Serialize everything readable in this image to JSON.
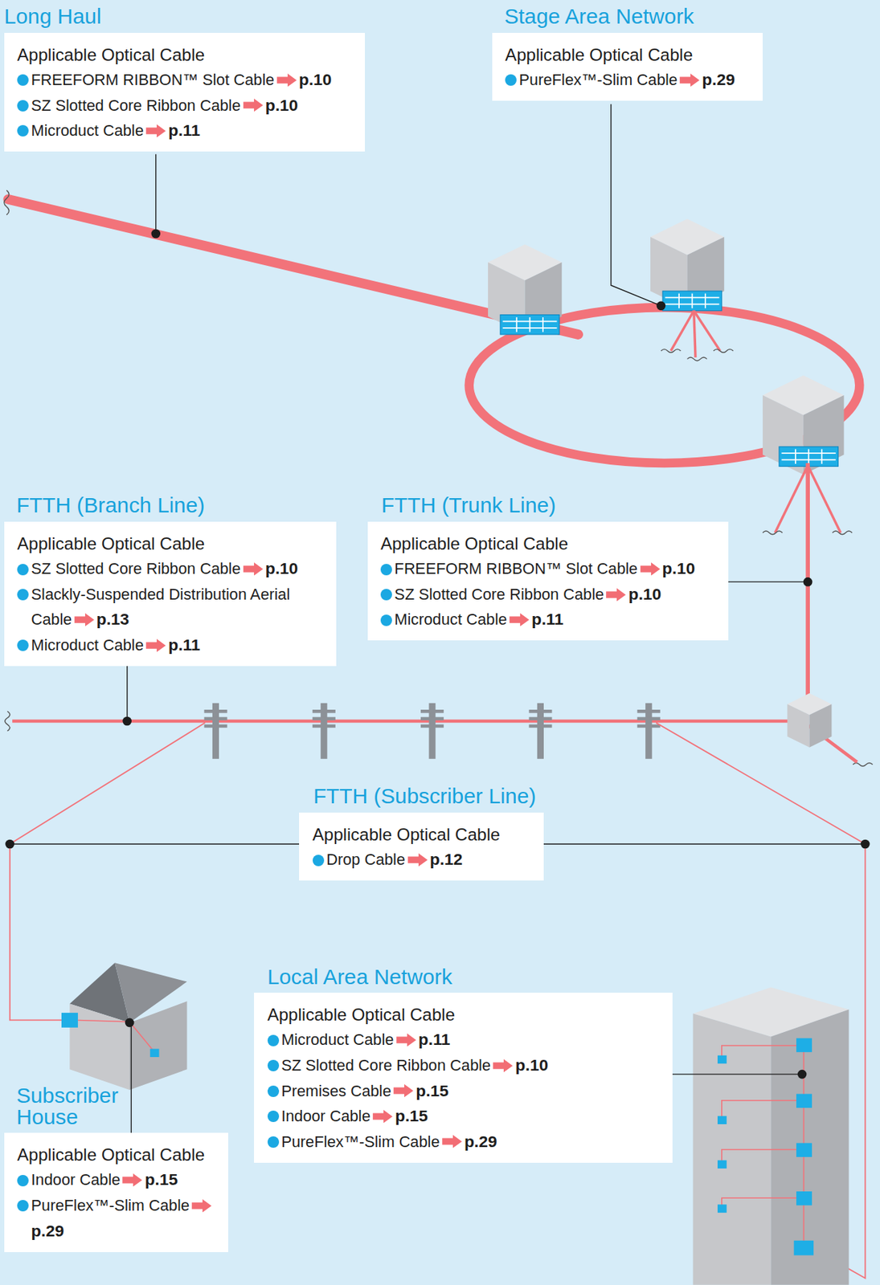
{
  "diagram": {
    "nodes": [
      {
        "text": [
          "Long Haul",
          "Applicable Optical Cable",
          "FREEFORM RIBBON™ Slot Cable",
          "p.10",
          "SZ Slotted Core Ribbon Cable",
          "p.10",
          "Microduct Cable",
          "p.11"
        ]
      },
      {
        "text": [
          "Stage Area Network",
          "Applicable Optical Cable",
          "PureFlex™-Slim Cable",
          "p.29"
        ]
      },
      {
        "text": [
          "FTTH (Branch Line)",
          "Applicable Optical Cable",
          "SZ Slotted Core Ribbon Cable",
          "p.10",
          "Slackly-Suspended Distribution Aerial Cable",
          "p.13",
          "Microduct Cable",
          "p.11"
        ]
      },
      {
        "text": [
          "FTTH (Trunk Line)",
          "Applicable Optical Cable",
          "FREEFORM RIBBON™ Slot Cable",
          "p.10",
          "SZ Slotted Core Ribbon Cable",
          "p.10",
          "Microduct Cable",
          "p.11"
        ]
      },
      {
        "text": [
          "FTTH (Subscriber Line)",
          "Applicable Optical Cable",
          "Drop Cable",
          "p.12"
        ]
      },
      {
        "text": [
          "Local Area Network",
          "Applicable Optical Cable",
          "Microduct Cable",
          "p.11",
          "SZ Slotted Core Ribbon Cable",
          "p.10",
          "Premises Cable",
          "p.15",
          "Indoor Cable",
          "p.15",
          "PureFlex™-Slim Cable",
          "p.29"
        ]
      },
      {
        "text": [
          "Subscriber House",
          "Applicable Optical Cable",
          "Indoor Cable",
          "p.15",
          "PureFlex™-Slim Cable",
          "p.29"
        ]
      }
    ]
  }
}
